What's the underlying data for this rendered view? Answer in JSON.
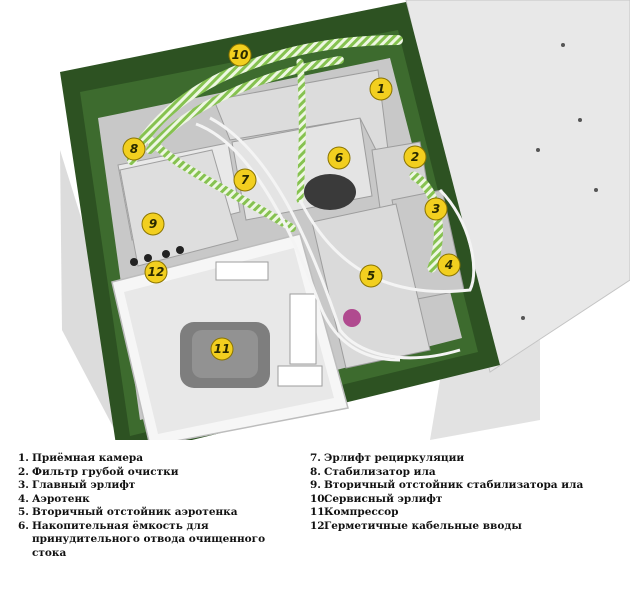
{
  "colors": {
    "tank_green": "#3d6b2e",
    "tank_green_dark": "#2d5222",
    "body_white": "#ebebeb",
    "chamber_grey": "#d9d9d9",
    "hose_green": "#86c250",
    "badge_yellow": "#f2cf1f",
    "compressor_grey": "#7e7e7e"
  },
  "badges": [
    {
      "label": "1"
    },
    {
      "label": "2"
    },
    {
      "label": "3"
    },
    {
      "label": "4"
    },
    {
      "label": "5"
    },
    {
      "label": "6"
    },
    {
      "label": "7"
    },
    {
      "label": "8"
    },
    {
      "label": "9"
    },
    {
      "label": "10"
    },
    {
      "label": "11"
    },
    {
      "label": "12"
    }
  ],
  "legend": {
    "left": [
      {
        "num": "1.",
        "text": "Приёмная камера"
      },
      {
        "num": "2.",
        "text": "Фильтр грубой очистки"
      },
      {
        "num": "3.",
        "text": "Главный эрлифт"
      },
      {
        "num": "4.",
        "text": "Аэротенк"
      },
      {
        "num": "5.",
        "text": "Вторичный отстойник аэротенка"
      },
      {
        "num": "6.",
        "text": "Накопительная ёмкость для принудительного отвода очищенного стока"
      }
    ],
    "right": [
      {
        "num": "7.",
        "text": "Эрлифт рециркуляции"
      },
      {
        "num": "8.",
        "text": "Стабилизатор ила"
      },
      {
        "num": "9.",
        "text": "Вторичный отстойник стабилизатора ила"
      },
      {
        "num": "10.",
        "text": "Сервисный эрлифт"
      },
      {
        "num": "11.",
        "text": "Компрессор"
      },
      {
        "num": "12.",
        "text": "Герметичные кабельные вводы"
      }
    ]
  }
}
